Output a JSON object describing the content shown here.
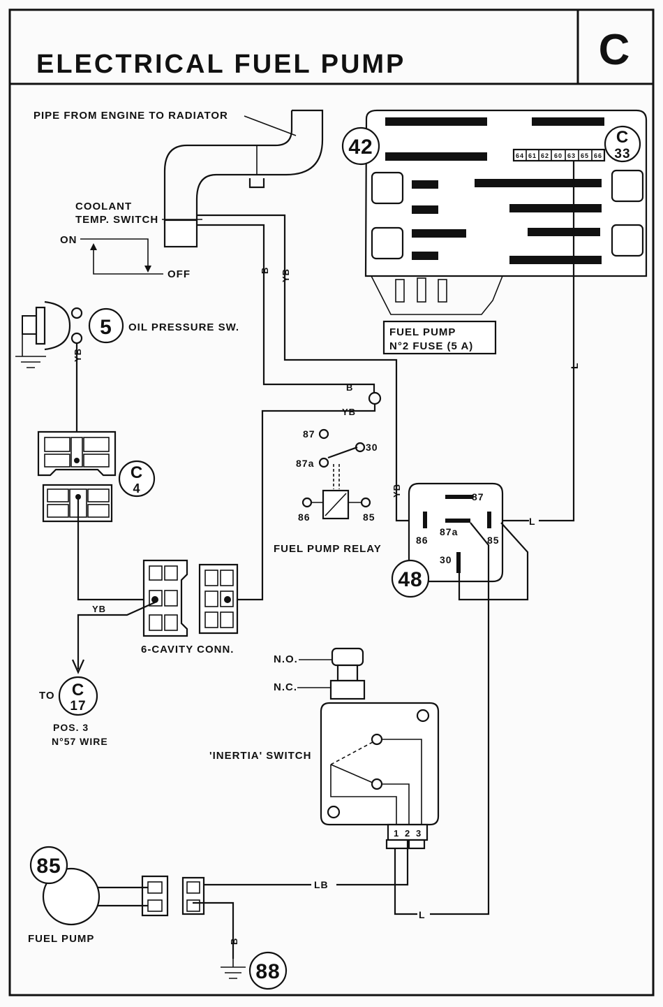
{
  "header": {
    "title": "ELECTRICAL FUEL PUMP",
    "section": "C"
  },
  "labels": {
    "pipe": "PIPE FROM ENGINE TO RADIATOR",
    "coolant_1": "COOLANT",
    "coolant_2": "TEMP. SWITCH",
    "on": "ON",
    "off": "OFF",
    "oil_pressure": "OIL PRESSURE SW.",
    "fuse_1": "FUEL PUMP",
    "fuse_2": "N°2 FUSE (5 A)",
    "relay": "FUEL PUMP RELAY",
    "six_cavity": "6-CAVITY CONN.",
    "to": "TO",
    "pos_1": "POS. 3",
    "pos_2": "N°57 WIRE",
    "no": "N.O.",
    "nc": "N.C.",
    "inertia": "'INERTIA' SWITCH",
    "fuel_pump": "FUEL PUMP"
  },
  "refs": {
    "r42": "42",
    "c33_top": "C",
    "c33_bot": "33",
    "r5": "5",
    "c4_top": "C",
    "c4_bot": "4",
    "r48": "48",
    "c17_top": "C",
    "c17_bot": "17",
    "r85": "85",
    "r88": "88"
  },
  "fuse_numbers": [
    "64",
    "61",
    "62",
    "60",
    "63",
    "65",
    "66"
  ],
  "relay_pins": {
    "p87": "87",
    "p30": "30",
    "p87a": "87a",
    "p86": "86",
    "p85": "85"
  },
  "relay48_pins": {
    "p87": "87",
    "p86": "86",
    "p87a": "87a",
    "p85": "85",
    "p30": "30"
  },
  "inertia_pins": [
    "1",
    "2",
    "3"
  ],
  "wires": {
    "yb": "YB",
    "b": "B",
    "l": "L",
    "lb": "LB"
  }
}
